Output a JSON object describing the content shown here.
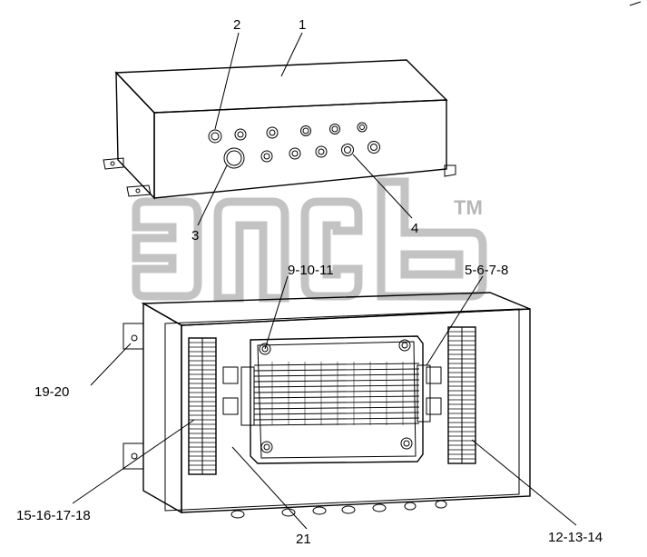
{
  "drawing": {
    "callouts": {
      "c1": "1",
      "c2": "2",
      "c3": "3",
      "c4": "4",
      "c5": "5-6-7-8",
      "c9": "9-10-11",
      "c12": "12-13-14",
      "c15": "15-16-17-18",
      "c19": "19-20",
      "c21": "21"
    },
    "watermark": {
      "trademark": "TM"
    }
  }
}
